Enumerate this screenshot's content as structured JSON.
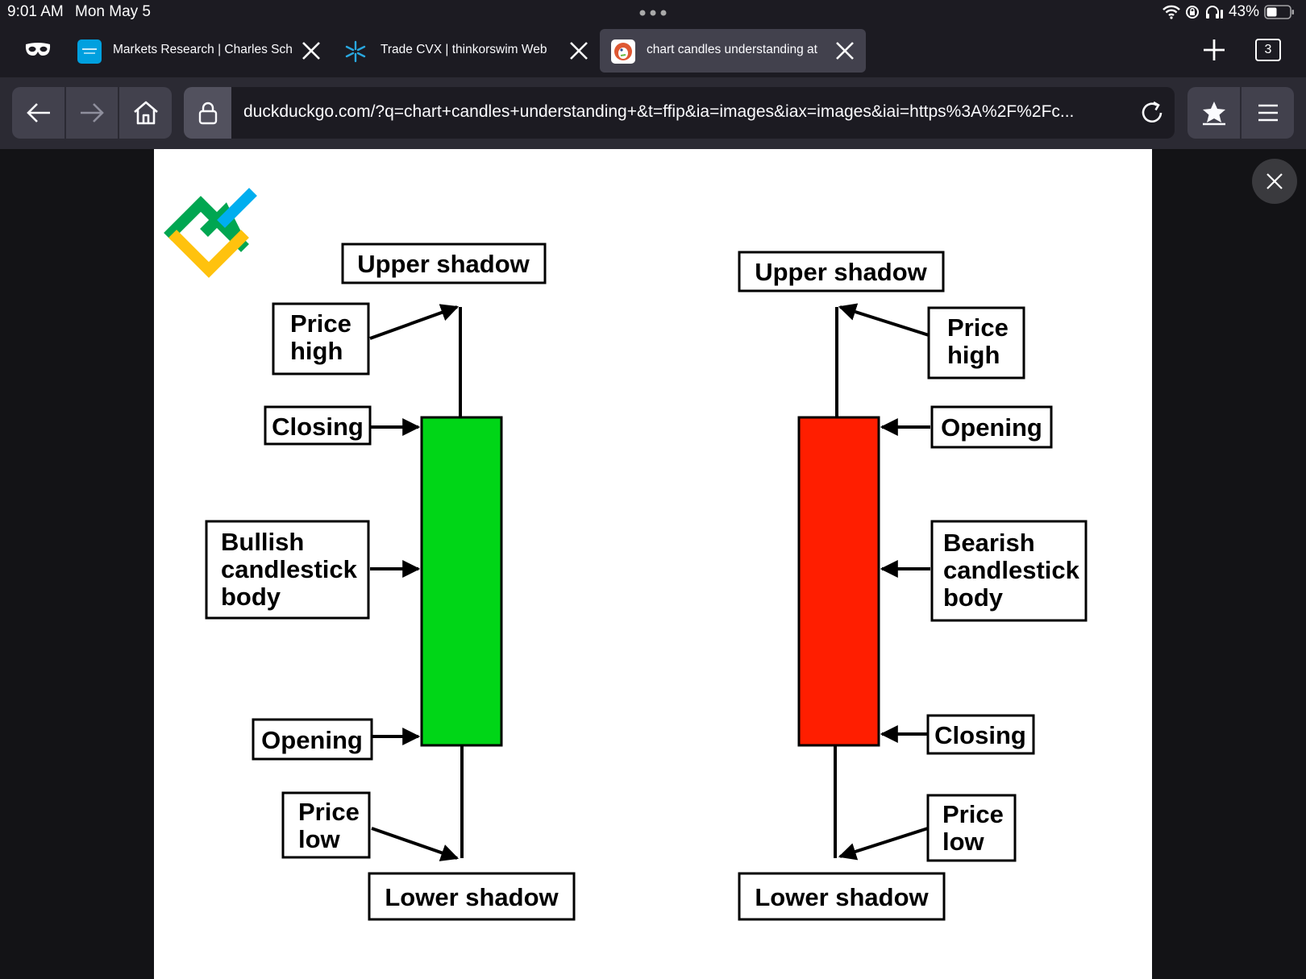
{
  "status_bar": {
    "time": "9:01 AM",
    "date": "Mon May 5",
    "battery": "43%"
  },
  "tabs": [
    {
      "title": "Markets Research | Charles Sch",
      "favicon": "schwab-icon",
      "active": false
    },
    {
      "title": "Trade CVX | thinkorswim Web",
      "favicon": "thinkorswim-icon",
      "active": false
    },
    {
      "title": "chart candles understanding at",
      "favicon": "duckduckgo-icon",
      "active": true
    }
  ],
  "tab_count": "3",
  "toolbar": {
    "url": "duckduckgo.com/?q=chart+candles+understanding+&t=ffip&ia=images&iax=images&iai=https%3A%2F%2Fc..."
  },
  "diagram": {
    "bull": {
      "upper_shadow": "Upper shadow",
      "price_high": [
        "Price",
        "high"
      ],
      "closing": "Closing",
      "body": [
        "Bullish",
        "candlestick",
        "body"
      ],
      "opening": "Opening",
      "price_low": [
        "Price",
        "low"
      ],
      "lower_shadow": "Lower shadow",
      "color": "#00d617"
    },
    "bear": {
      "upper_shadow": "Upper shadow",
      "price_high": [
        "Price",
        "high"
      ],
      "opening": "Opening",
      "body": [
        "Bearish",
        "candlestick",
        "body"
      ],
      "closing": "Closing",
      "price_low": [
        "Price",
        "low"
      ],
      "lower_shadow": "Lower shadow",
      "color": "#ff1e00"
    },
    "logo_colors": [
      "#00a651",
      "#00aeef",
      "#ffc20e"
    ]
  }
}
